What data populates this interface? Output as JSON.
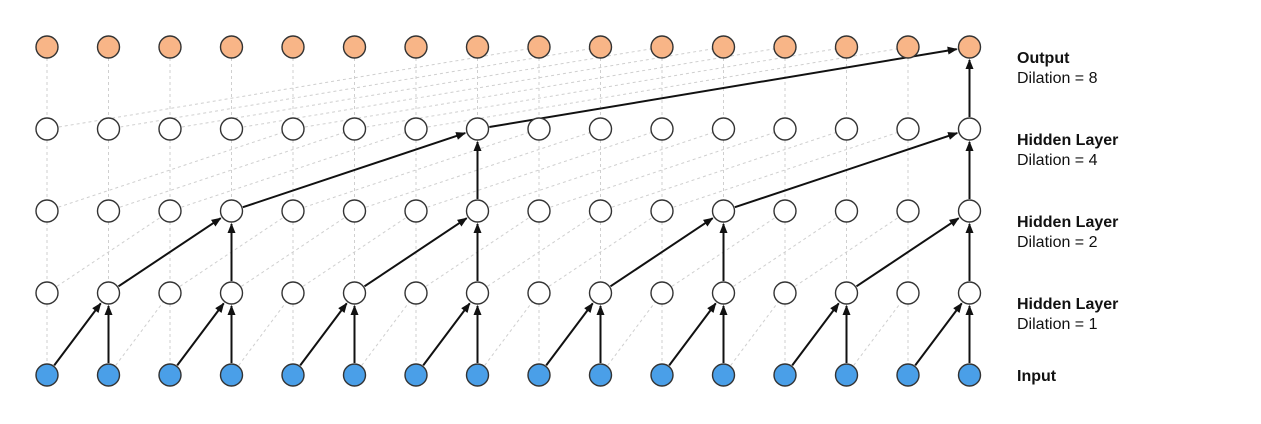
{
  "diagram": {
    "num_nodes": 16,
    "colors": {
      "input_fill": "#4a9fe8",
      "output_fill": "#f8b587",
      "hidden_fill": "#ffffff",
      "node_stroke": "#333333",
      "edge": "#111111",
      "background_edge": "#cfcfcf"
    },
    "layers": [
      {
        "id": "output",
        "title": "Output",
        "sub": "Dilation = 8",
        "dilation": 8,
        "fill": "output"
      },
      {
        "id": "hidden3",
        "title": "Hidden Layer",
        "sub": "Dilation = 4",
        "dilation": 4,
        "fill": "hidden"
      },
      {
        "id": "hidden2",
        "title": "Hidden Layer",
        "sub": "Dilation = 2",
        "dilation": 2,
        "fill": "hidden"
      },
      {
        "id": "hidden1",
        "title": "Hidden Layer",
        "sub": "Dilation = 1",
        "dilation": 1,
        "fill": "hidden"
      },
      {
        "id": "input",
        "title": "Input",
        "sub": "",
        "dilation": 0,
        "fill": "input"
      }
    ]
  }
}
